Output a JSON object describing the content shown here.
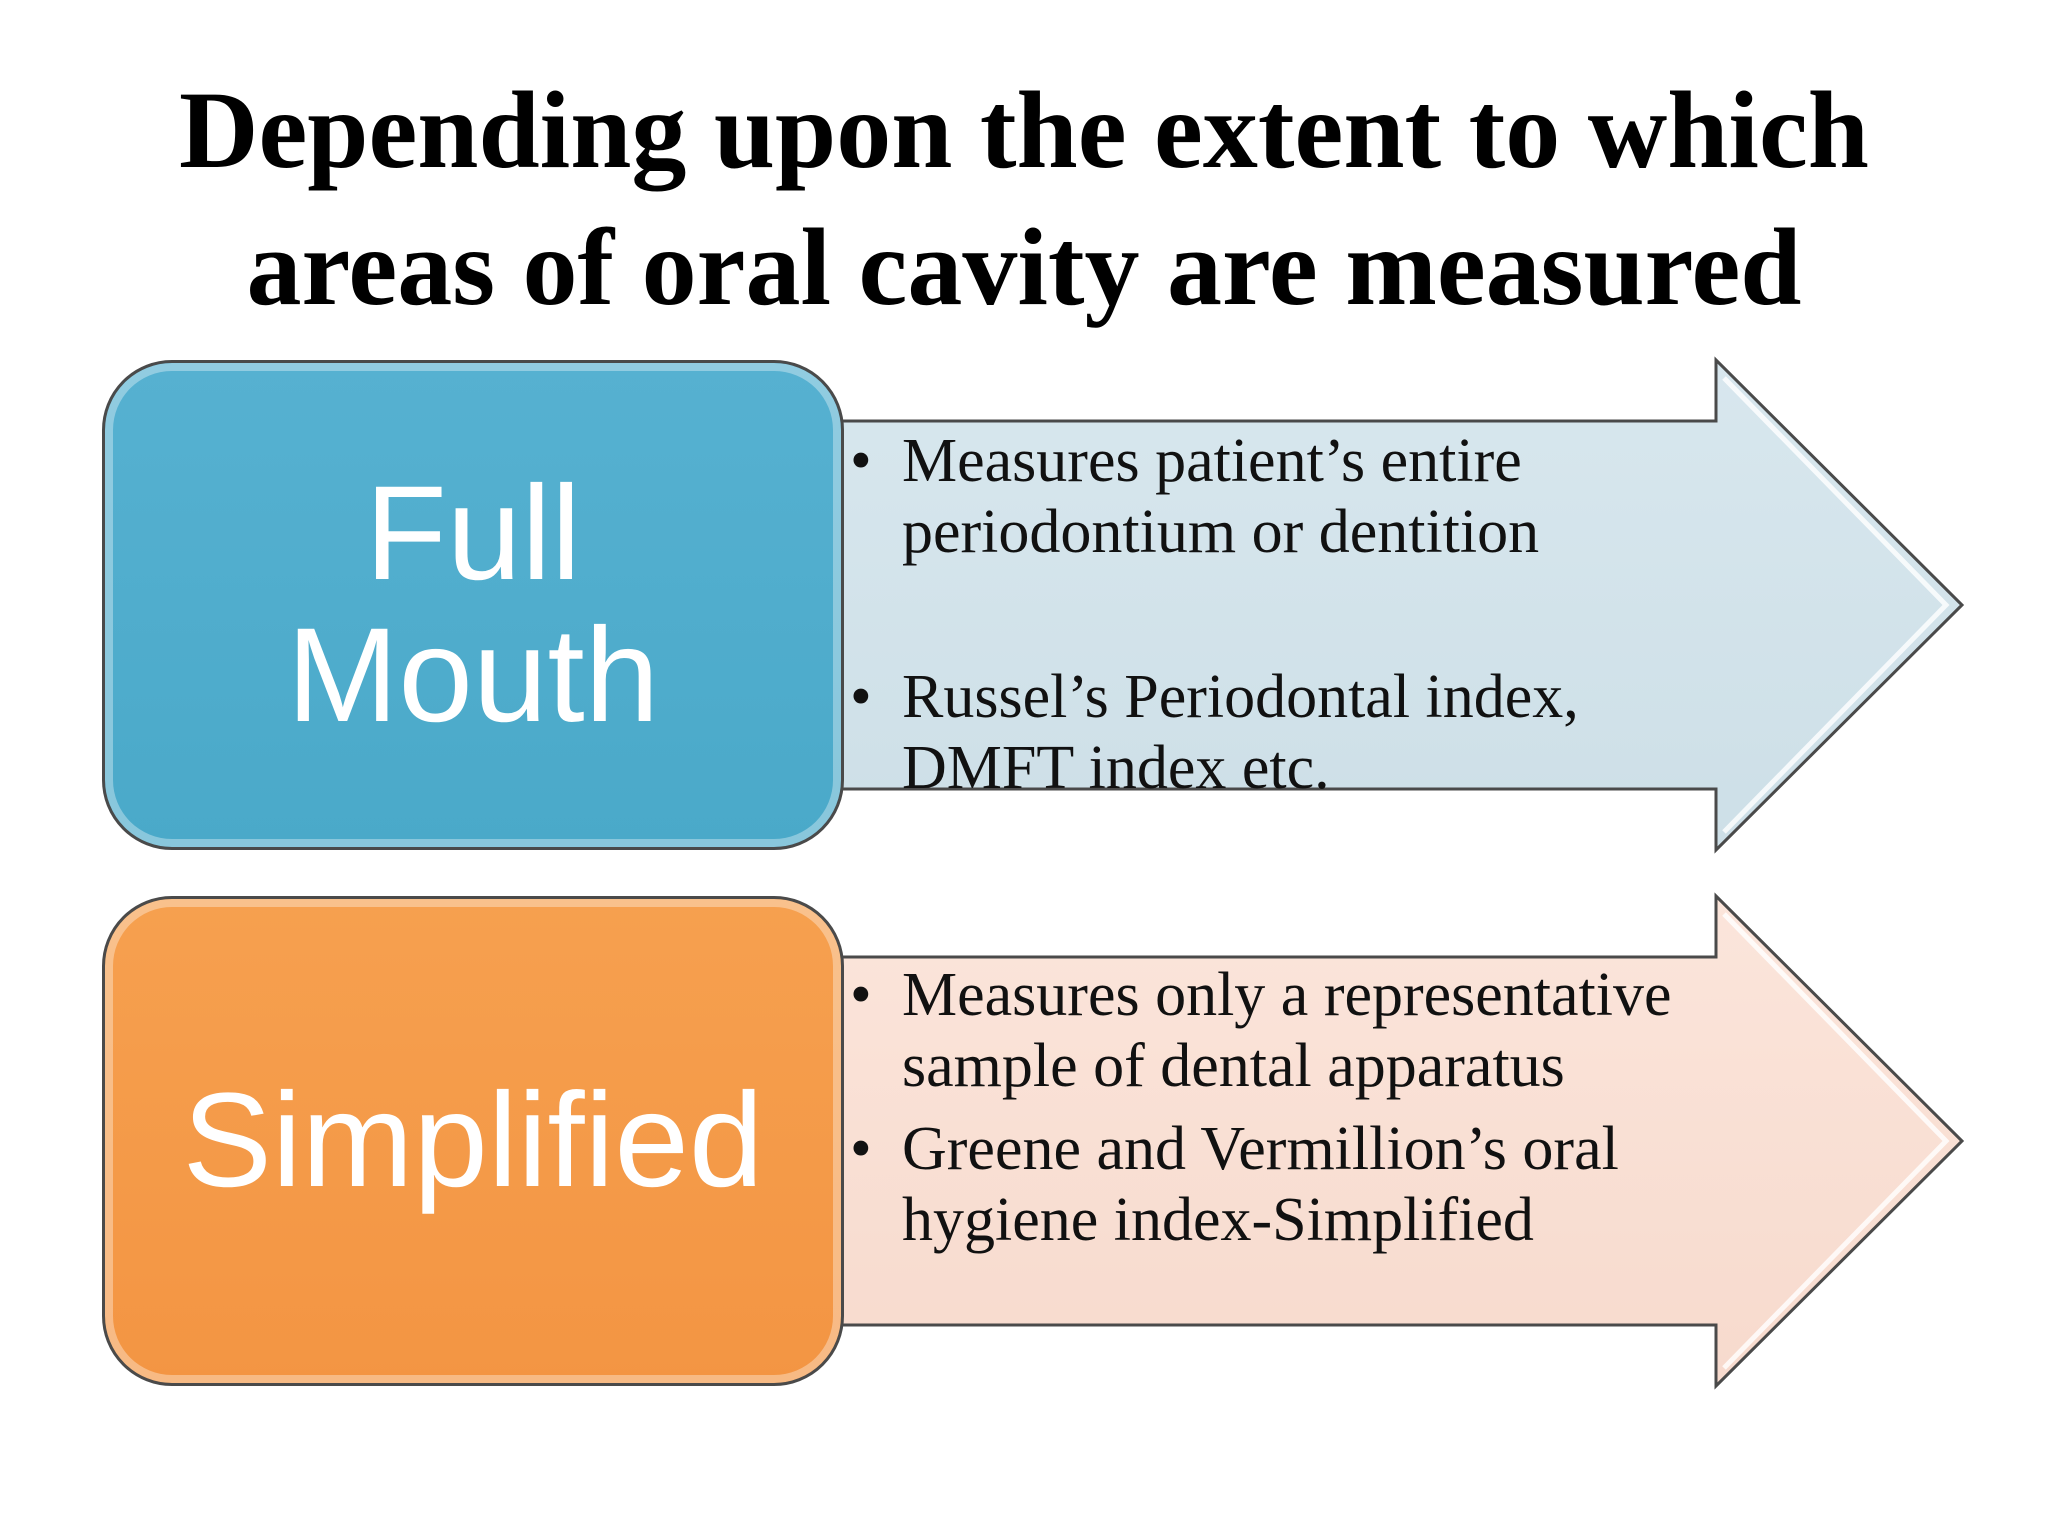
{
  "slide": {
    "title_lines": [
      "Depending upon the extent to which",
      "areas of oral cavity are measured"
    ]
  },
  "colors": {
    "full_box": "#4aa9c9",
    "full_arrow": "#d2e3ea",
    "simplified_box": "#f39543",
    "simplified_arrow": "#f9dfd4",
    "arrow_stroke": "#4a4a4a"
  },
  "rows": [
    {
      "label_lines": [
        "Full",
        "Mouth"
      ],
      "bullets": [
        {
          "marker": "•",
          "lines": [
            "Measures patient’s entire",
            "periodontium or dentition"
          ]
        },
        {
          "marker": "•",
          "lines": [
            "Russel’s Periodontal index,",
            "DMFT index etc."
          ]
        }
      ]
    },
    {
      "label_lines": [
        "Simplified"
      ],
      "bullets": [
        {
          "marker": "•",
          "lines": [
            "Measures only a representative",
            "sample of dental apparatus"
          ]
        },
        {
          "marker": "•",
          "lines": [
            "Greene and Vermillion’s oral",
            "hygiene index-Simplified"
          ]
        }
      ]
    }
  ]
}
